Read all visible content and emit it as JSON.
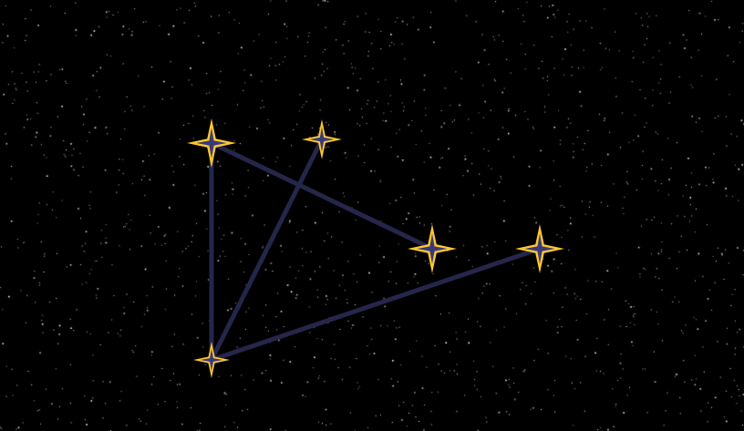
{
  "colors": {
    "sky": "#000000",
    "background_star": "#ffffff",
    "edge": "#25264a",
    "star_outer": "#ffc82e",
    "star_inner": "#3a3a7a"
  },
  "background": {
    "style": "random white dots starfield"
  },
  "constellation": {
    "stars": [
      {
        "id": "star-1",
        "icon": "four-point-star-icon"
      },
      {
        "id": "star-2",
        "icon": "four-point-star-icon"
      },
      {
        "id": "star-3",
        "icon": "four-point-star-icon"
      },
      {
        "id": "star-4",
        "icon": "four-point-star-icon"
      },
      {
        "id": "star-5",
        "icon": "four-point-star-icon"
      }
    ],
    "connections": [
      [
        "star-1",
        "star-3"
      ],
      [
        "star-1",
        "star-5"
      ],
      [
        "star-2",
        "star-5"
      ],
      [
        "star-4",
        "star-5"
      ]
    ]
  }
}
